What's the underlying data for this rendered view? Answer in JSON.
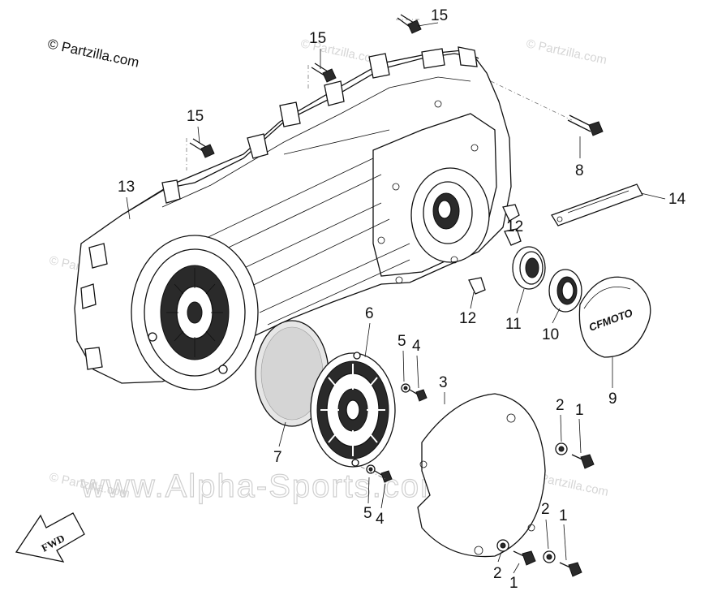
{
  "copyright": "© Partzilla.com",
  "watermark": {
    "small": "© Partzilla.com",
    "large": "www.Alpha-Sports.com"
  },
  "direction_label": "FWD",
  "cover_logo": "CFMOTO",
  "callouts": {
    "c15a": "15",
    "c15b": "15",
    "c15c": "15",
    "c13": "13",
    "c8": "8",
    "c14": "14",
    "c12a": "12",
    "c12b": "12",
    "c11": "11",
    "c10": "10",
    "c9": "9",
    "c6": "6",
    "c5a": "5",
    "c4a": "4",
    "c3": "3",
    "c7": "7",
    "c5b": "5",
    "c4b": "4",
    "c2a": "2",
    "c1a": "1",
    "c2b": "2",
    "c1b": "1",
    "c2c": "2",
    "c1c": "1"
  }
}
